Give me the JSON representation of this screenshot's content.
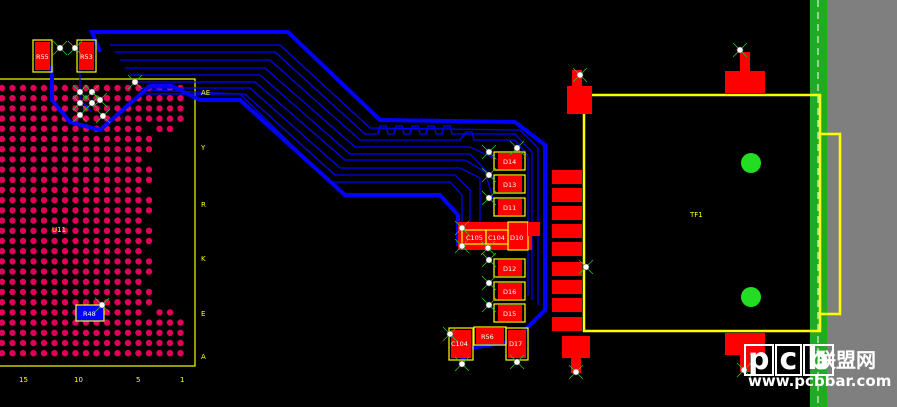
{
  "designators": {
    "u11": "U11",
    "tf1": "TF1",
    "r55": "R55",
    "r53": "R53",
    "r48": "R48",
    "r56": "R56",
    "d14": "D14",
    "d13": "D13",
    "d11": "D11",
    "d10": "D10",
    "d12": "D12",
    "d16": "D16",
    "d15": "D15",
    "d17": "D17",
    "c105": "C105",
    "c104a": "C104",
    "c104b": "C104"
  },
  "bga": {
    "row_labels": [
      "AE",
      "Y",
      "R",
      "K",
      "E",
      "A"
    ],
    "col_labels": [
      "15",
      "10",
      "5",
      "1"
    ]
  },
  "watermark": {
    "logo_letters": [
      "p",
      "c",
      "b"
    ],
    "cn_text": "联盟网",
    "url": "www.pcbbar.com"
  },
  "colors": {
    "background": "#000000",
    "pad": "#ff0000",
    "bga_ball": "#e0005a",
    "trace_bottom": "#0000ff",
    "silkscreen": "#ffff00",
    "via": "#ffffff",
    "board_edge_green": "#22aa22",
    "board_edge_gray": "#7f7f7f"
  }
}
